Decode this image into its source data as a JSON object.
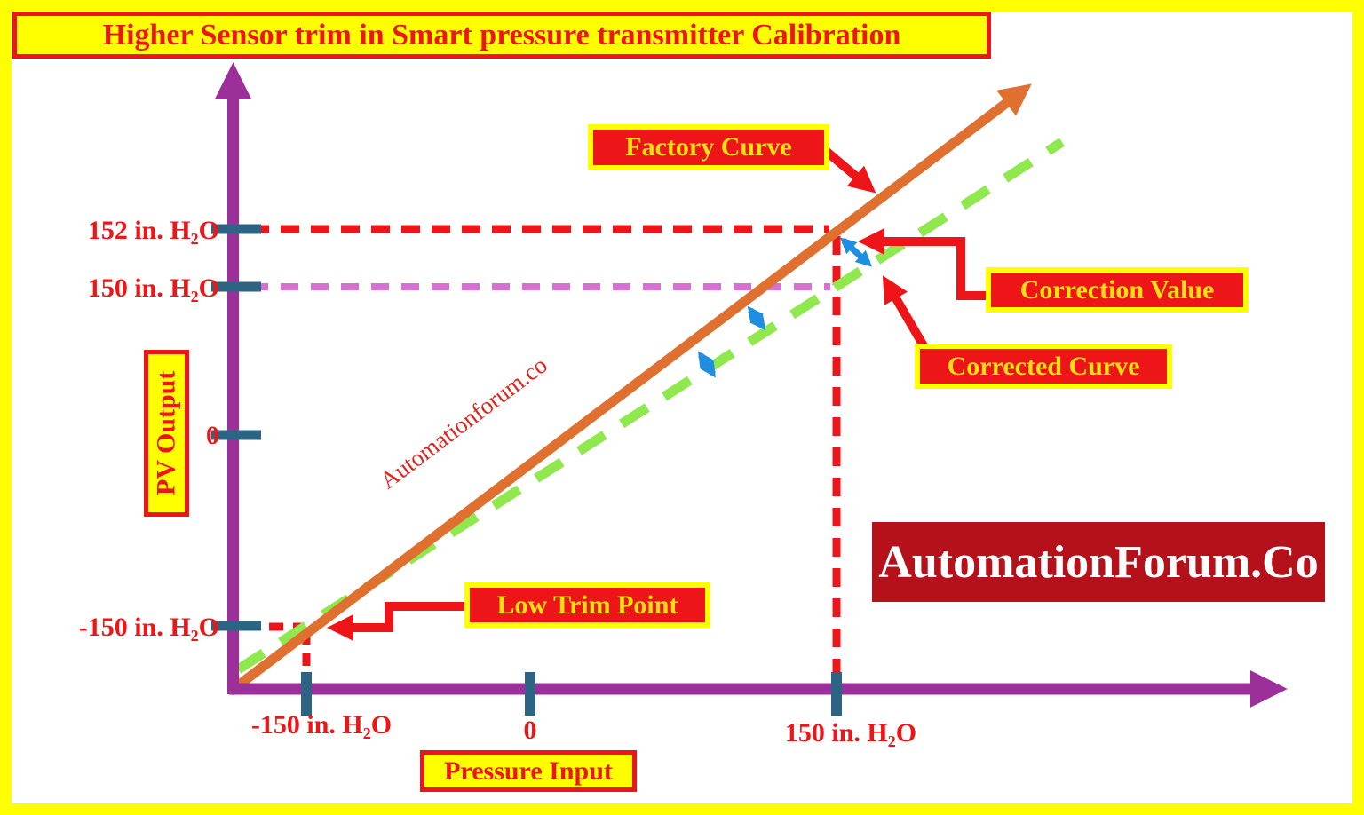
{
  "title": "Higher Sensor trim in Smart pressure transmitter Calibration",
  "y_axis": {
    "title": "PV Output",
    "ticks": [
      "152 in. H₂O",
      "150 in. H₂O",
      "0",
      "-150 in. H₂O"
    ]
  },
  "x_axis": {
    "title": "Pressure Input",
    "ticks": [
      "-150 in. H₂O",
      "0",
      "150 in. H₂O"
    ]
  },
  "callouts": {
    "factory": "Factory Curve",
    "correction": "Correction Value",
    "corrected": "Corrected Curve",
    "low_trim": "Low Trim Point"
  },
  "watermark": "Automationforum.co",
  "logo": "AutomationForum.Co",
  "colors": {
    "frame": "#ffff00",
    "axis_purple": "#9c2f9a",
    "tick_teal": "#2d6484",
    "factory_orange": "#e0702f",
    "corrected_green": "#8ee84e",
    "reference_red": "#ed1518",
    "reference_pink": "#d86fd2",
    "correction_blue": "#1e8fe0",
    "label_red": "#ed1518",
    "label_yellow": "#ffe011",
    "logo_dark_red": "#b4111b"
  },
  "chart_data": {
    "type": "line",
    "title": "Higher Sensor trim in Smart pressure transmitter Calibration",
    "xlabel": "Pressure Input",
    "ylabel": "PV Output",
    "x_tick_labels": [
      "-150 in. H₂O",
      "0",
      "150 in. H₂O"
    ],
    "y_tick_labels": [
      "152 in. H₂O",
      "150 in. H₂O",
      "0",
      "-150 in. H₂O"
    ],
    "series": [
      {
        "name": "Factory Curve",
        "style": "solid",
        "color": "#e0702f",
        "points_in_H2O": [
          [
            -150,
            -150
          ],
          [
            150,
            152
          ]
        ]
      },
      {
        "name": "Corrected Curve",
        "style": "dashed",
        "color": "#8ee84e",
        "points_in_H2O": [
          [
            -150,
            -150
          ],
          [
            150,
            150
          ]
        ]
      }
    ],
    "annotations": [
      {
        "label": "Factory Curve",
        "target": "factory line"
      },
      {
        "label": "Correction Value",
        "target": "gap between factory and corrected curves at 150 in. H₂O"
      },
      {
        "label": "Corrected Curve",
        "target": "corrected dashed line"
      },
      {
        "label": "Low Trim Point",
        "target": "curves intersection at -150 in. H₂O"
      }
    ],
    "reference_lines": [
      {
        "axis": "y",
        "label": "152 in. H₂O",
        "style": "dashed",
        "color": "#ed1518"
      },
      {
        "axis": "y",
        "label": "150 in. H₂O",
        "style": "dashed",
        "color": "#d86fd2"
      },
      {
        "axis": "x",
        "label": "150 in. H₂O",
        "style": "dashed",
        "color": "#ed1518"
      },
      {
        "axis": "x",
        "label": "-150 in. H₂O",
        "style": "dashed",
        "color": "#ed1518"
      }
    ],
    "legend_position": "none",
    "grid": false
  }
}
